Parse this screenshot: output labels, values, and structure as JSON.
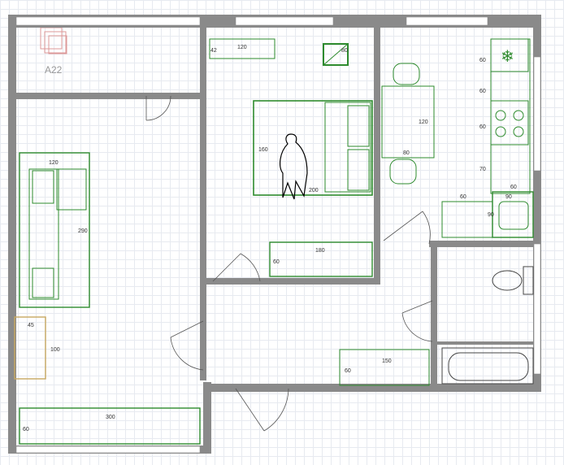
{
  "logo": {
    "text": "A22"
  },
  "colors": {
    "wall": "#7d7d7d",
    "furniture": "#2e8b2e",
    "table": "#c8a860",
    "dim": "#444444"
  },
  "dimensions": {
    "desk_w": "120",
    "desk_d": "42",
    "bedside": "80",
    "bed_w": "160",
    "bed_l": "200",
    "wardrobe_bed_w": "180",
    "wardrobe_bed_d": "60",
    "sofa_w": "120",
    "sofa_l": "290",
    "table_w": "45",
    "table_l": "100",
    "wardrobe_living_w": "300",
    "wardrobe_living_d": "60",
    "kitchen_table_l": "120",
    "kitchen_table_w": "80",
    "fridge": "60",
    "stove_a": "60",
    "stove_b": "60",
    "counter": "70",
    "counter_len": "60",
    "sink_w": "90",
    "sink_d": "60",
    "sink_h": "90",
    "hall_wardrobe_w": "150",
    "hall_wardrobe_d": "60"
  }
}
